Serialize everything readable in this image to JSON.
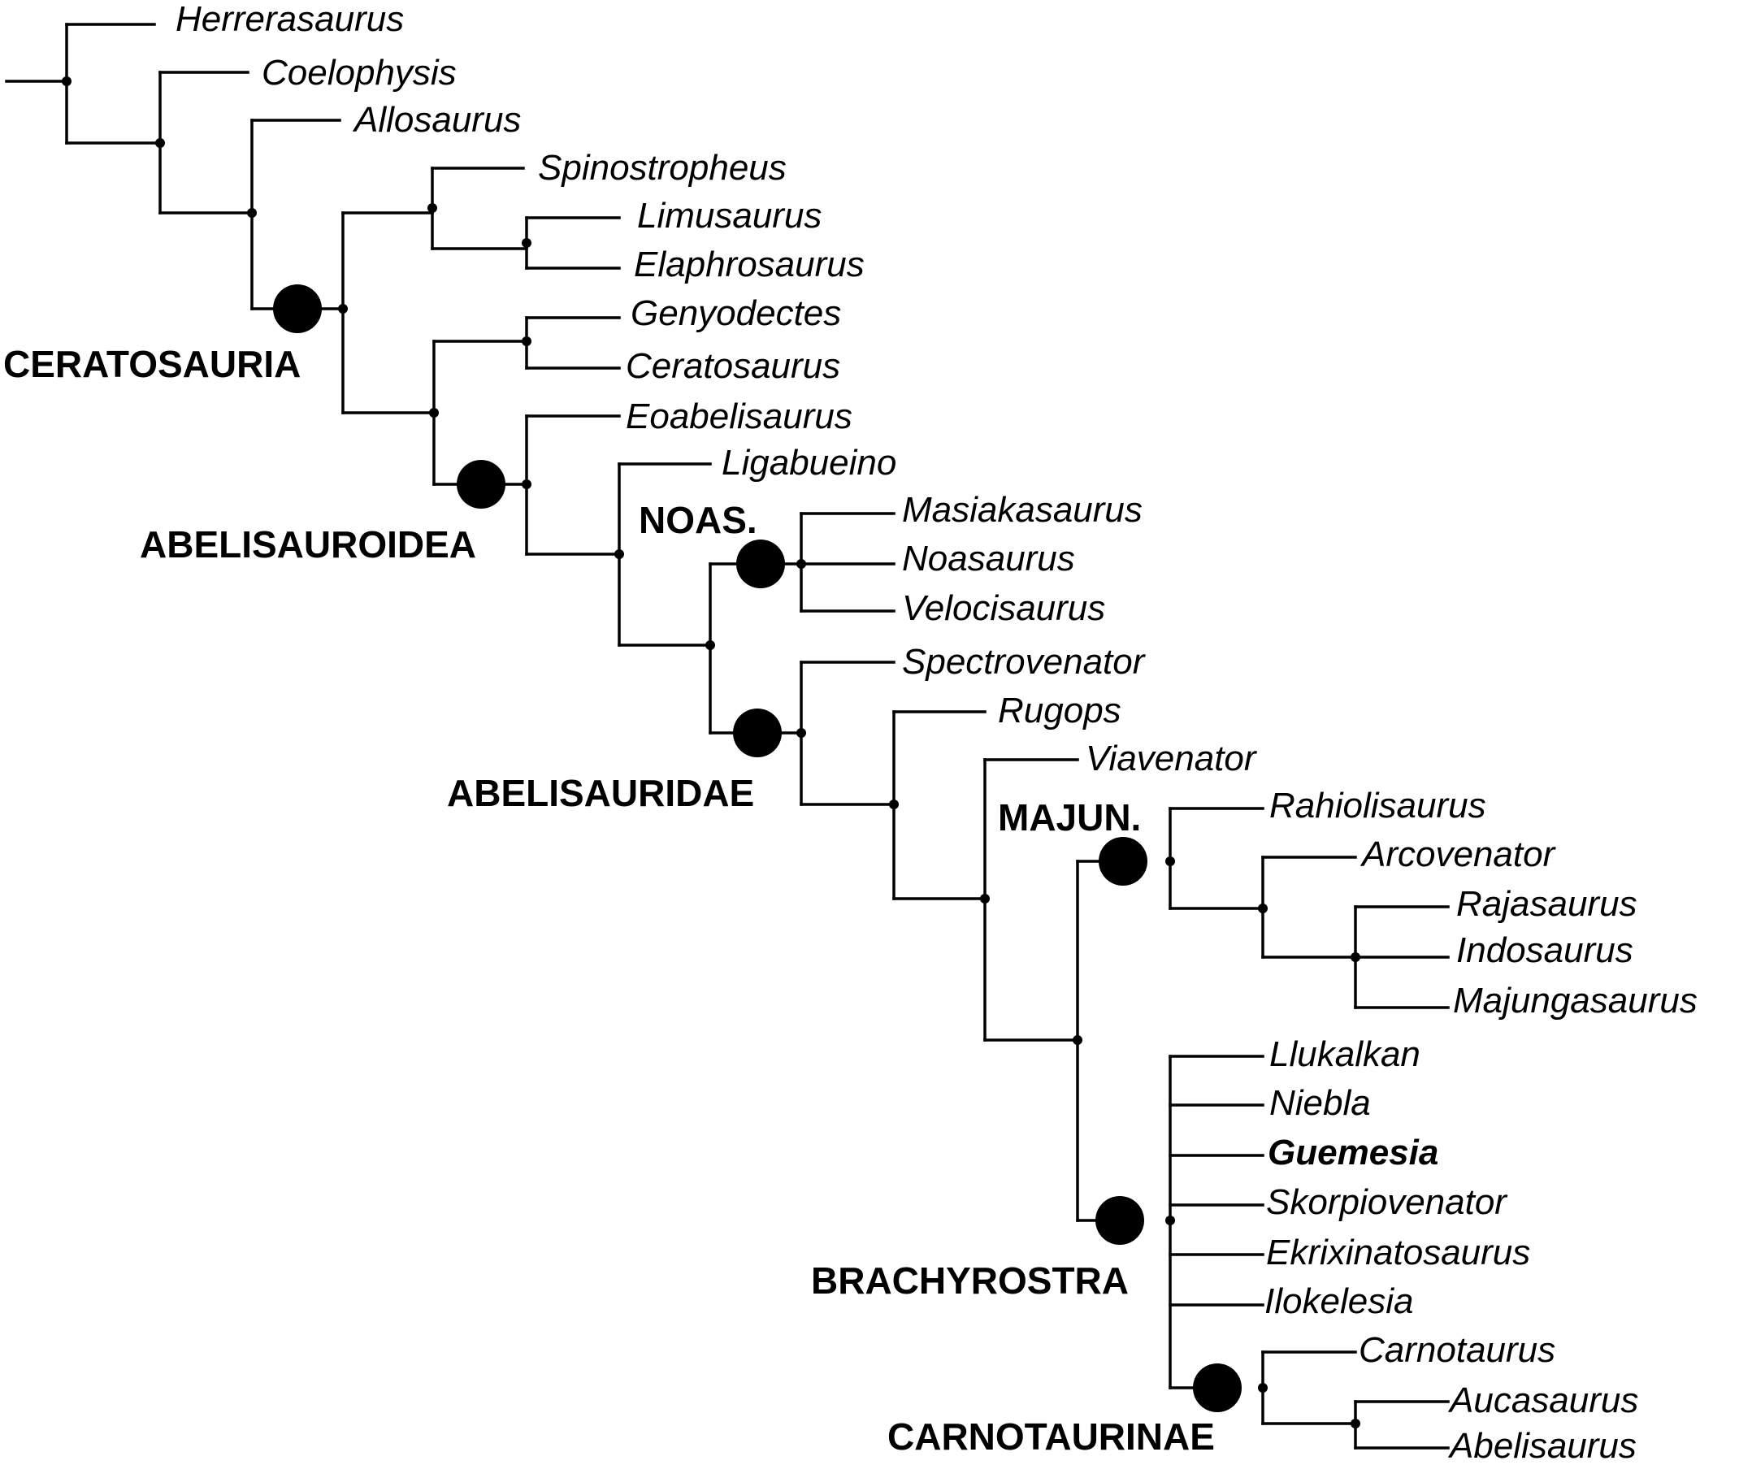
{
  "taxa": {
    "herrerasaurus": "Herrerasaurus",
    "coelophysis": "Coelophysis",
    "allosaurus": "Allosaurus",
    "spinostropheus": "Spinostropheus",
    "limusaurus": "Limusaurus",
    "elaphrosaurus": "Elaphrosaurus",
    "genyodectes": "Genyodectes",
    "ceratosaurus": "Ceratosaurus",
    "eoabelisaurus": "Eoabelisaurus",
    "ligabueino": "Ligabueino",
    "masiakasaurus": "Masiakasaurus",
    "noasaurus": "Noasaurus",
    "velocisaurus": "Velocisaurus",
    "spectrovenator": "Spectrovenator",
    "rugops": "Rugops",
    "viavenator": "Viavenator",
    "rahiolisaurus": "Rahiolisaurus",
    "arcovenator": "Arcovenator",
    "rajasaurus": "Rajasaurus",
    "indosaurus": "Indosaurus",
    "majungasaurus": "Majungasaurus",
    "llukalkan": "Llukalkan",
    "niebla": "Niebla",
    "guemesia": "Guemesia",
    "skorpiovenator": "Skorpiovenator",
    "ekrixinatosaurus": "Ekrixinatosaurus",
    "ilokelesia": "Ilokelesia",
    "carnotaurus": "Carnotaurus",
    "aucasaurus": "Aucasaurus",
    "abelisaurus": "Abelisaurus"
  },
  "clades": {
    "ceratosauria": "CERATOSAURIA",
    "abelisauroidea": "ABELISAUROIDEA",
    "noas": "NOAS.",
    "abelisauridae": "ABELISAURIDAE",
    "majun": "MAJUN.",
    "brachyrostra": "BRACHYROSTRA",
    "carnotaurinae": "CARNOTAURINAE"
  },
  "highlighted_taxon": "Guemesia"
}
